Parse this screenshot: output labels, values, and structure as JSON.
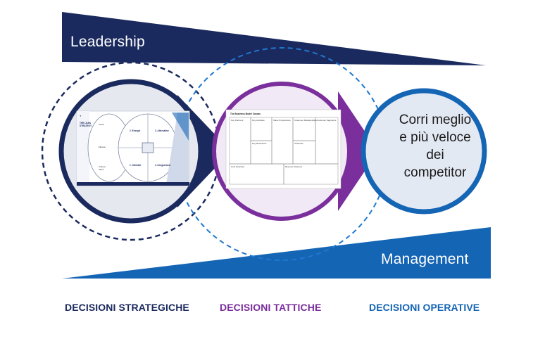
{
  "bands": {
    "leadership": {
      "label": "Leadership",
      "color": "#1b2a5e"
    },
    "management": {
      "label": "Management",
      "color": "#1565b5"
    }
  },
  "stages": [
    {
      "category": "DECISIONI STRATEGICHE",
      "color": "#1b2a5e",
      "content": "strategy-map-image"
    },
    {
      "category": "DECISIONI TATTICHE",
      "color": "#7a2f9c",
      "content": "business-model-canvas-image"
    },
    {
      "category": "DECISIONI OPERATIVE",
      "color": "#1565b5",
      "goal_lines": [
        "Corri meglio",
        "e più veloce",
        "dei",
        "competitor"
      ]
    }
  ],
  "thumbnails": {
    "strategy": {
      "left_items": [
        "Vision",
        "Mission",
        "Cultura",
        "Valori"
      ],
      "quadrants": [
        "2. Energie",
        "3. Alternative",
        "1. Obiettivi",
        "4. Integrazione"
      ]
    },
    "canvas": {
      "title": "The Business Model Canvas",
      "cells": [
        "Key Partners",
        "Key Activities",
        "Value Propositions",
        "Customer Relationships",
        "Customer Segments",
        "Key Resources",
        "Channels",
        "Cost Structure",
        "Revenue Streams"
      ]
    }
  }
}
